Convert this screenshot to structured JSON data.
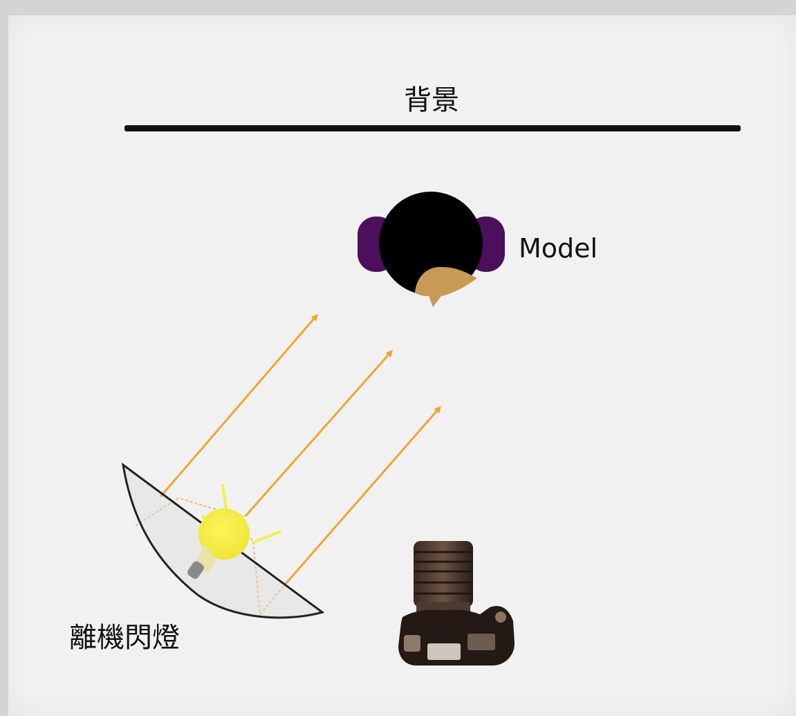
{
  "background_label": "背景",
  "model_label": "Model",
  "flash_label": "離機閃燈",
  "colors": {
    "ray": "#f0a431",
    "hair": "#000000",
    "headphones": "#4b0f5c",
    "skin": "#c79a55",
    "bulb": "#f6ef3a",
    "wall": "#111111"
  },
  "icons": [
    "background-wall",
    "model-head-icon",
    "flash-umbrella-icon",
    "light-bulb-icon",
    "camera-icon"
  ]
}
